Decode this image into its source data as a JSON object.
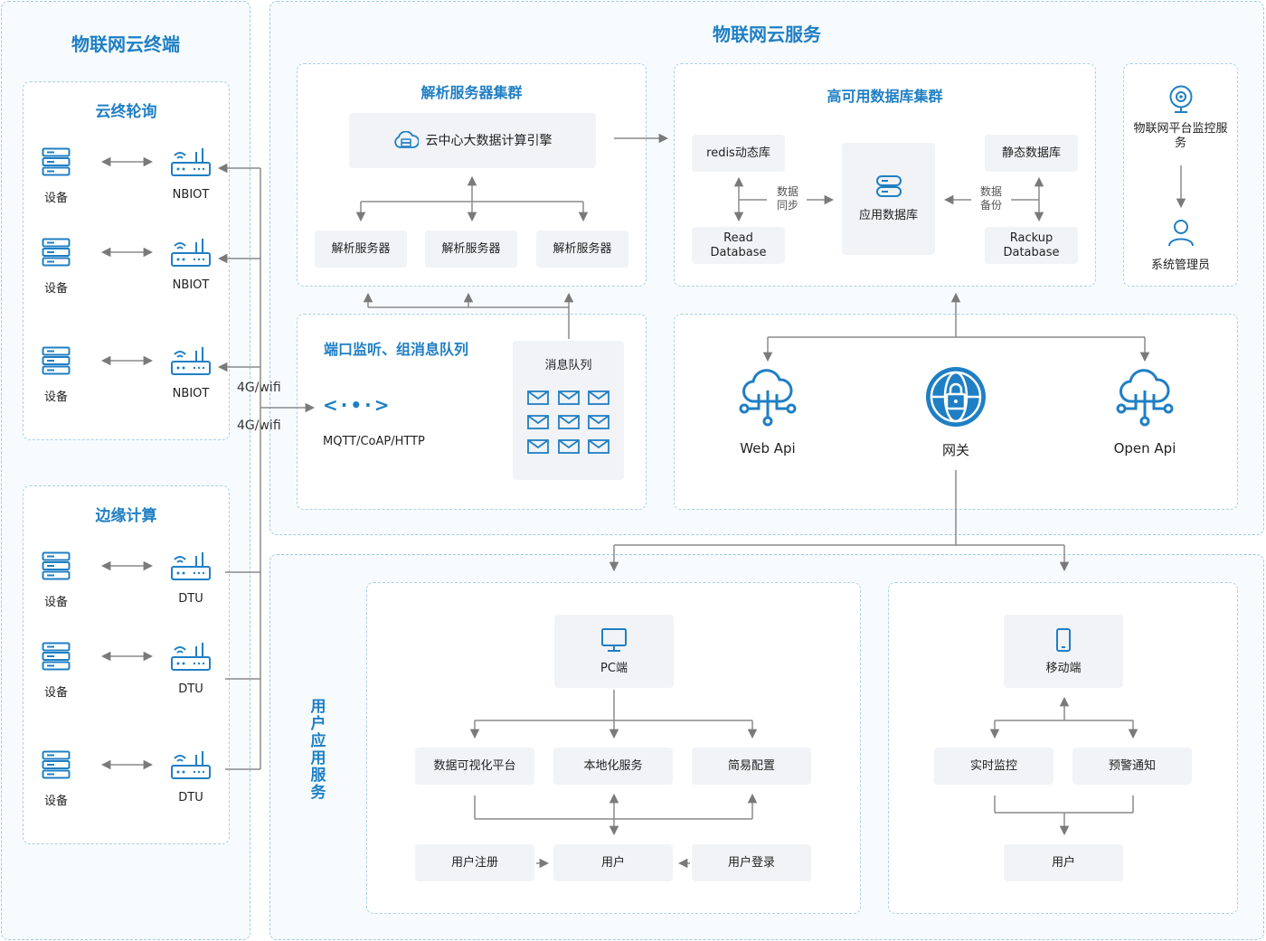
{
  "terminal": {
    "title": "物联网云终端",
    "polling": {
      "title": "云终轮询",
      "rows": [
        {
          "device": "设备",
          "gateway": "NBIOT"
        },
        {
          "device": "设备",
          "gateway": "NBIOT"
        },
        {
          "device": "设备",
          "gateway": "NBIOT"
        }
      ]
    },
    "edge": {
      "title": "边缘计算",
      "rows": [
        {
          "device": "设备",
          "gateway": "DTU"
        },
        {
          "device": "设备",
          "gateway": "DTU"
        },
        {
          "device": "设备",
          "gateway": "DTU"
        }
      ]
    },
    "link_labels": [
      "4G/wifi",
      "4G/wifi"
    ]
  },
  "cloud": {
    "title": "物联网云服务",
    "parse": {
      "title": "解析服务器集群",
      "engine": "云中心大数据计算引擎",
      "servers": [
        "解析服务器",
        "解析服务器",
        "解析服务器"
      ]
    },
    "db": {
      "title": "高可用数据库集群",
      "redis": "redis动态库",
      "read": "Read Database",
      "app": "应用数据库",
      "static": "静态数据库",
      "rackup": "Rackup Database",
      "sync": "数据同步",
      "backup": "数据备份"
    },
    "monitor": {
      "service": "物联网平台监控服务",
      "admin": "系统管理员"
    },
    "port": {
      "title": "端口监听、组消息队列",
      "protocols": "MQTT/CoAP/HTTP",
      "queue_title": "消息队列"
    },
    "gateway": {
      "web_api": "Web Api",
      "gateway": "网关",
      "open_api": "Open Api"
    }
  },
  "user": {
    "title": "用户应用服务",
    "pc": {
      "title": "PC端",
      "features": [
        "数据可视化平台",
        "本地化服务",
        "简易配置"
      ],
      "register": "用户注册",
      "user": "用户",
      "login": "用户登录"
    },
    "mobile": {
      "title": "移动端",
      "features": [
        "实时监控",
        "预警通知"
      ],
      "user": "用户"
    }
  }
}
